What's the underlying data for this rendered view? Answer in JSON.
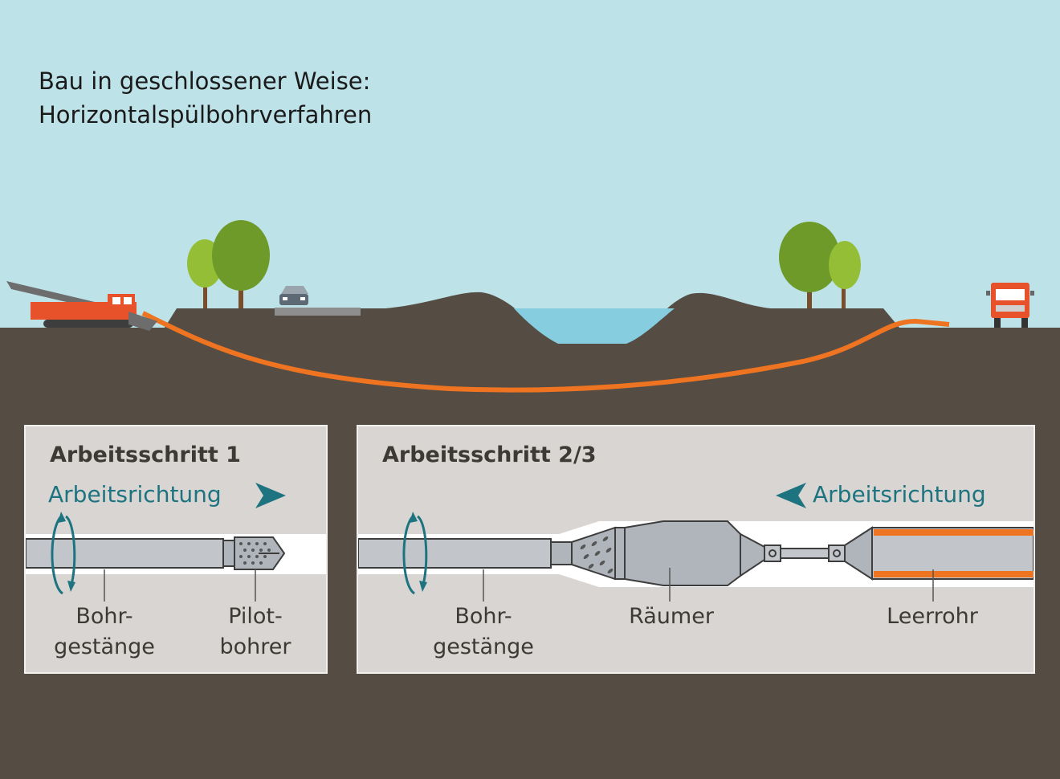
{
  "title": {
    "line1": "Bau in geschlossener Weise:",
    "line2": "Horizontalspülbohrverfahren"
  },
  "colors": {
    "sky": "#bde2e8",
    "ground": "#554c43",
    "drill_line": "#ee7421",
    "water": "#86cde0",
    "accent_teal": "#1d7480",
    "panel": "#d8d5d2",
    "machine": "#e8522a",
    "tree_dark": "#6e9a2a",
    "tree_light": "#94be36"
  },
  "panel1": {
    "heading": "Arbeitsschritt 1",
    "direction": "Arbeitsrichtung",
    "direction_arrow": "right",
    "label_rod_1": "Bohr-",
    "label_rod_2": "gestänge",
    "label_pilot_1": "Pilot-",
    "label_pilot_2": "bohrer"
  },
  "panel2": {
    "heading": "Arbeitsschritt 2/3",
    "direction": "Arbeitsrichtung",
    "direction_arrow": "left",
    "label_rod_1": "Bohr-",
    "label_rod_2": "gestänge",
    "label_reamer": "Räumer",
    "label_pipe": "Leerrohr"
  },
  "icons": [
    "drilling-rig-icon",
    "tree-icon",
    "car-icon",
    "truck-icon",
    "rotation-arrow-icon",
    "direction-arrow-icon"
  ]
}
